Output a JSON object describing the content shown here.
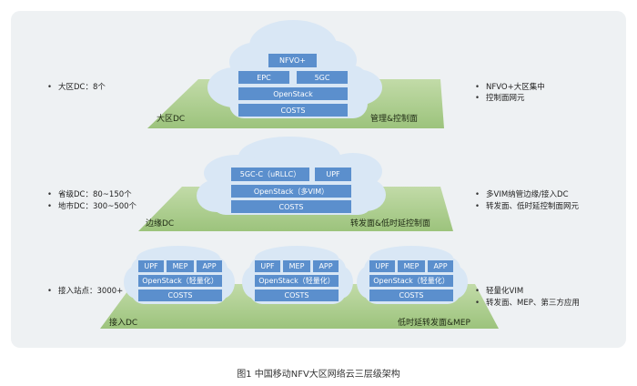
{
  "tiers": [
    {
      "name": "大区DC",
      "plane": "管理&控制面",
      "left_bullets": [
        "大区DC：8个"
      ],
      "right_bullets": [
        "NFVO+大区集中",
        "控制面网元"
      ],
      "cloud_boxes": [
        "NFVO+",
        "EPC",
        "5GC",
        "OpenStack",
        "COSTS"
      ]
    },
    {
      "name": "边缘DC",
      "plane": "转发面&低时延控制面",
      "left_bullets": [
        "省级DC：80~150个",
        "地市DC：300~500个"
      ],
      "right_bullets": [
        "多VIM纳管边缘/接入DC",
        "转发面、低时延控制面网元"
      ],
      "cloud_boxes": [
        "5GC-C（uRLLC）",
        "UPF",
        "OpenStack（多VIM）",
        "COSTS"
      ]
    },
    {
      "name": "接入DC",
      "plane": "低时延转发面&MEP",
      "left_bullets": [
        "接入站点：3000+"
      ],
      "right_bullets": [
        "轻量化VIM",
        "转发面、MEP、第三方应用"
      ],
      "cloud_boxes": [
        "UPF",
        "MEP",
        "APP",
        "OpenStack（轻量化）",
        "COSTS"
      ]
    }
  ],
  "caption": "图1  中国移动NFV大区网络云三层级架构",
  "colors": {
    "plane": "#a8c98c",
    "box": "#5b8fcd",
    "cloud": "#d9e7f5",
    "panel": "#eef1f3"
  }
}
